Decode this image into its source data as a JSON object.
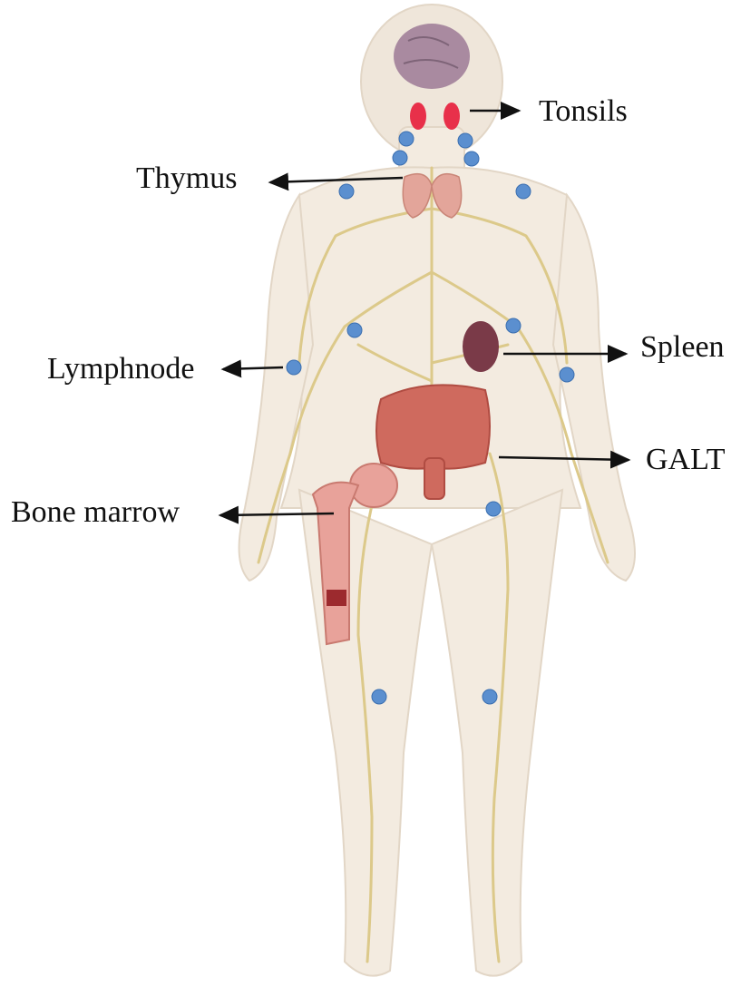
{
  "labels": {
    "tonsils": "Tonsils",
    "thymus": "Thymus",
    "spleen": "Spleen",
    "lymphnode": "Lymphnode",
    "galt": "GALT",
    "bone_marrow": "Bone marrow"
  },
  "colors": {
    "body_fill": "#f3ebe0",
    "body_outline": "#e2d6c6",
    "lymph_vessel": "#dcc98a",
    "lymph_node": "#5b8fcf",
    "tonsil": "#e8304a",
    "thymus": "#e3a59a",
    "spleen": "#7a3a48",
    "intestine": "#cf6a5e",
    "bone": "#e8a29a",
    "marrow": "#9c2a2e",
    "brain": "#a98aa0",
    "arrow": "#111111"
  },
  "icons": [
    "brain-icon",
    "tonsil-icon",
    "thymus-icon",
    "spleen-icon",
    "intestine-icon",
    "femur-bone-icon",
    "lymph-node-dot"
  ]
}
